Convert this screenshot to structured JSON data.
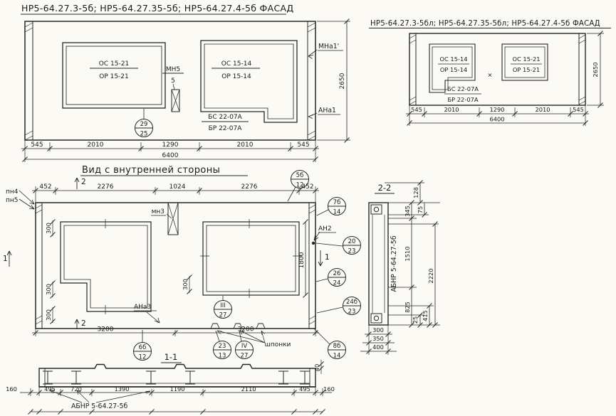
{
  "facade": {
    "title": "НР5-64.27.3-5б; НР5-64.27.35-5б; НР5-64.27.4-5б   ФАСАД",
    "win_left_top": "ОС 15-21",
    "win_left_bottom": "ОР 15-21",
    "win_right_top": "ОС 15-14",
    "win_right_bottom": "ОР 15-14",
    "mullion_label": "МН5",
    "mullion_value": "5",
    "bs_top": "БС 22-07А",
    "bs_bottom": "БР 22-07А",
    "mark_top": "МНа1'",
    "mark_bottom": "АНа1",
    "balloon_top": "29",
    "balloon_bottom": "25",
    "dims": [
      "545",
      "2010",
      "1290",
      "2010",
      "545"
    ],
    "dim_total": "6400",
    "dim_height": "2650"
  },
  "facade_mirror": {
    "title": "НР5-64.27.3-5бл; НР5-64.27.35-5бл; НР5-64.27.4-5б  ФАСАД",
    "win_left_top": "ОС 15-14",
    "win_left_bottom": "ОР 15-14",
    "win_right_top": "ОС 15-21",
    "win_right_bottom": "ОР 15-21",
    "bs_top": "БС 22-07А",
    "bs_bottom": "БР 22-07А",
    "x_mark": "×",
    "dims": [
      "545",
      "2010",
      "1290",
      "2010",
      "545"
    ],
    "dim_total": "6400",
    "dim_height": "2650"
  },
  "inner": {
    "title": "Вид с внутренней стороны",
    "dims_top": [
      "452",
      "2276",
      "1024",
      "2276",
      "452"
    ],
    "pn4": "пн4",
    "pn5": "пн5",
    "mn3": "мн3",
    "ana3": "АНа3",
    "an2": "АН2",
    "dims_300": [
      "300",
      "300",
      "300",
      "300"
    ],
    "dim_1800": "1800",
    "dims_bottom": [
      "3200",
      "3200"
    ],
    "shponki": "шпонки",
    "section_mark_1": "1",
    "section_mark_2": "2",
    "section_title": "1-1",
    "balloons": {
      "b5_top": "5б",
      "b5_bottom": "12",
      "b7_top": "7б",
      "b7_bottom": "14",
      "b20_top": "20",
      "b20_bottom": "23",
      "b26_top": "26",
      "b26_bottom": "24",
      "b24_top": "24б",
      "b24_bottom": "23",
      "b8_top": "8б",
      "b8_bottom": "14",
      "b6_top": "6б",
      "b6_bottom": "12",
      "b23_top": "23",
      "b23_bottom": "13",
      "b4_top": "IV",
      "b4_bottom": "27",
      "b3_top": "III",
      "b3_bottom": "27"
    }
  },
  "section22": {
    "title": "2-2",
    "beam_label": "АБНР 5-64.27-5б",
    "d128": "128",
    "d345": "345",
    "d75": "75",
    "d1510": "1510",
    "d2220": "2220",
    "d825": "825",
    "d25": "25",
    "d415": "415",
    "d300": "300",
    "d350": "350",
    "d400": "400"
  },
  "section11": {
    "d40": "40",
    "dims": [
      "160",
      "495",
      "720",
      "1390",
      "1190",
      "2110",
      "495",
      "160"
    ],
    "beam_label": "АБНР 5-64.27-5б"
  }
}
